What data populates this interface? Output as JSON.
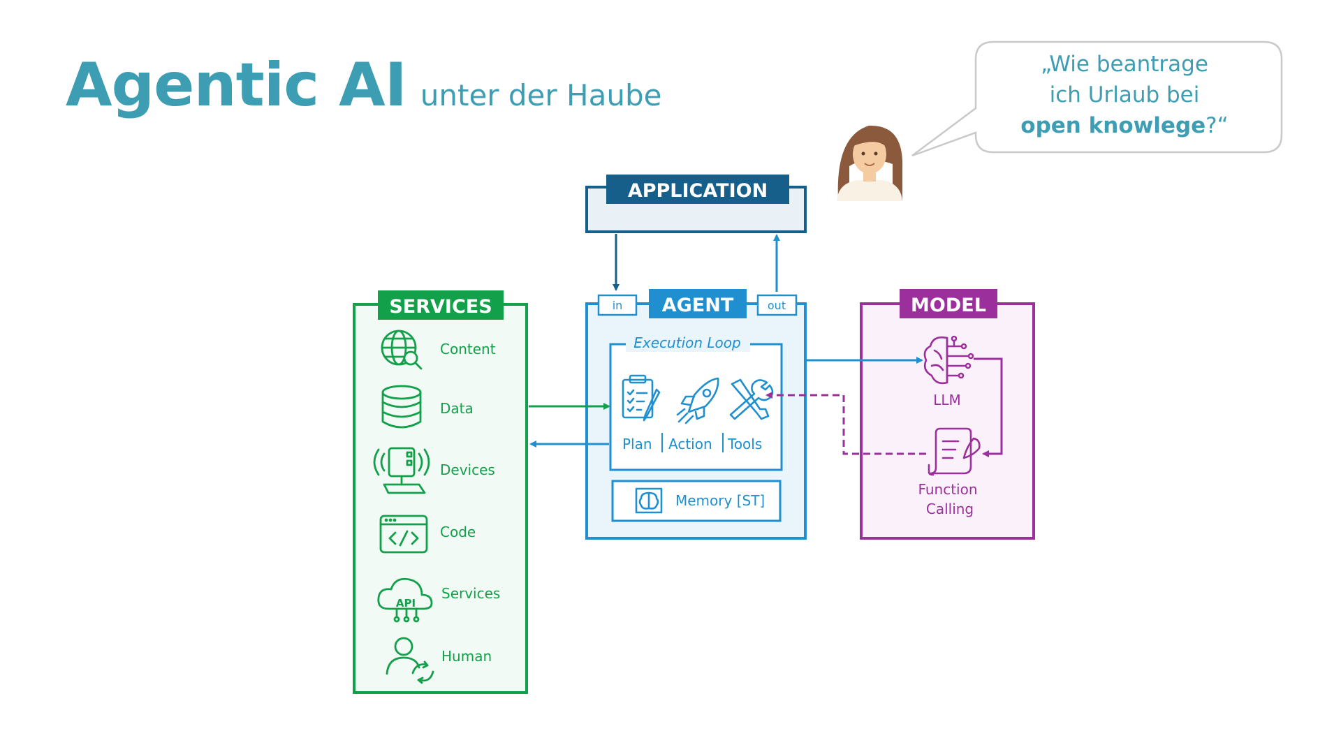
{
  "title": {
    "main": "Agentic AI",
    "sub": "unter der Haube"
  },
  "bubble": {
    "line1": "„Wie beantrage",
    "line2": "ich Urlaub bei",
    "line3_bold": "open knowlege",
    "line3_end": "?“"
  },
  "application": {
    "label": "APPLICATION"
  },
  "agent": {
    "label": "AGENT",
    "in_label": "in",
    "out_label": "out",
    "loop_label": "Execution Loop",
    "plan_label": "Plan",
    "action_label": "Action",
    "tools_label": "Tools",
    "memory_label": "Memory [ST]"
  },
  "services": {
    "label": "SERVICES",
    "items": [
      {
        "label": "Content",
        "icon": "globe-search-icon"
      },
      {
        "label": "Data",
        "icon": "database-icon"
      },
      {
        "label": "Devices",
        "icon": "iot-device-icon"
      },
      {
        "label": "Code",
        "icon": "code-window-icon"
      },
      {
        "label": "Services",
        "icon": "api-cloud-icon"
      },
      {
        "label": "Human",
        "icon": "human-sync-icon"
      }
    ]
  },
  "model": {
    "label": "MODEL",
    "llm_label": "LLM",
    "fc_line1": "Function",
    "fc_line2": "Calling"
  },
  "colors": {
    "title": "#3d9db3",
    "services": "#13a04a",
    "agent": "#1f8fcf",
    "application": "#155f8a",
    "model": "#9b2f9b"
  }
}
